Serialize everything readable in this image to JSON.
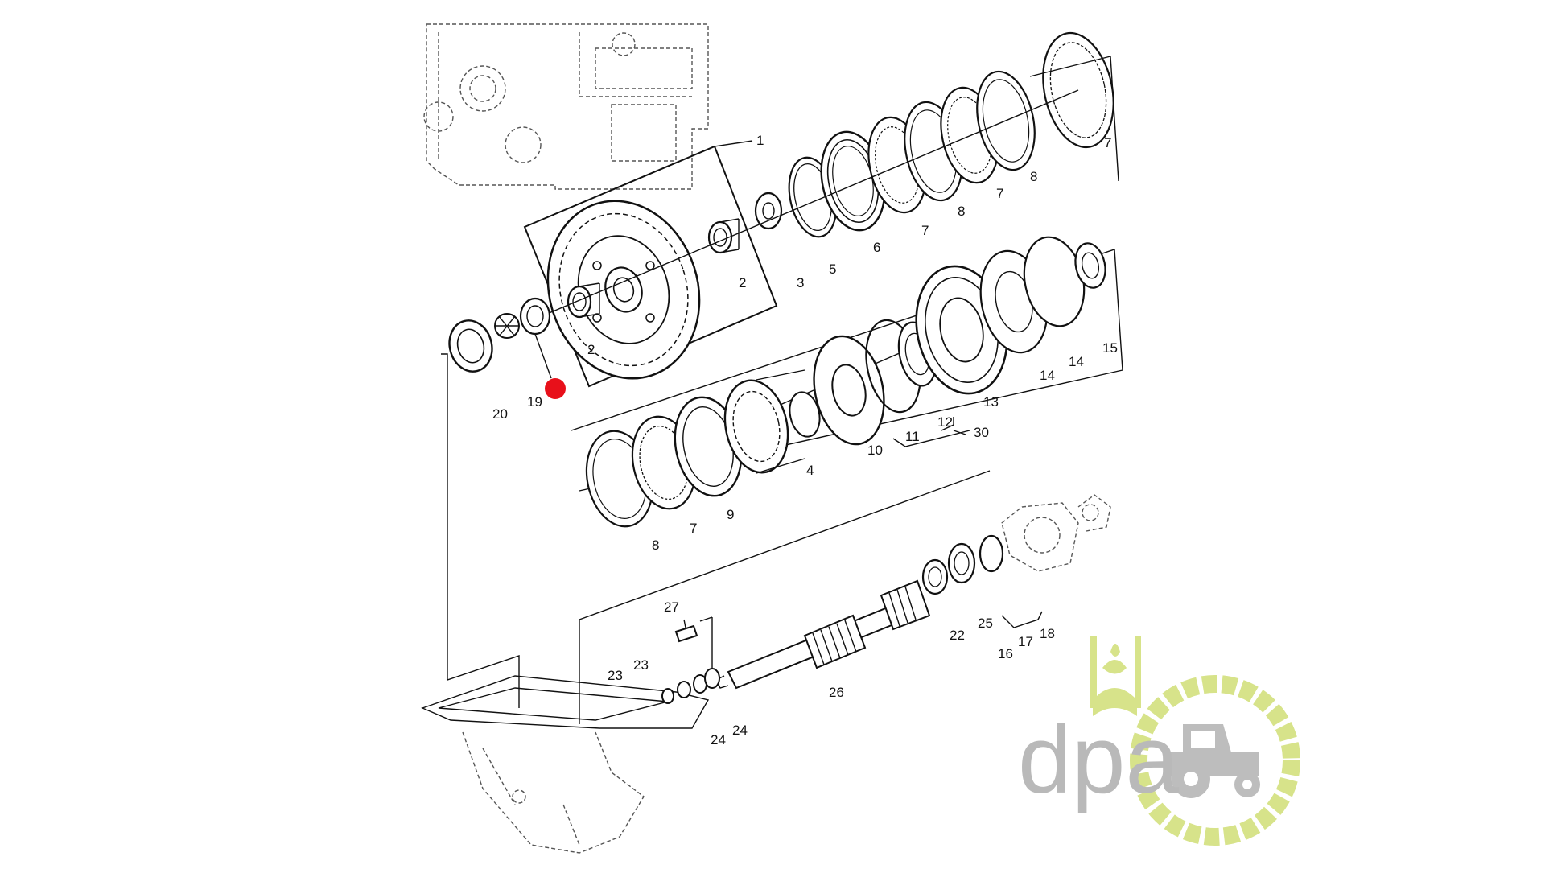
{
  "diagram": {
    "part_labels": {
      "p1": "1",
      "p2a": "2",
      "p2b": "2",
      "p3": "3",
      "p4": "4",
      "p5": "5",
      "p6": "6",
      "p7a": "7",
      "p7b": "7",
      "p7c": "7",
      "p7d": "7",
      "p8a": "8",
      "p8b": "8",
      "p8c": "8",
      "p9": "9",
      "p10": "10",
      "p11": "11",
      "p12": "12",
      "p13": "13",
      "p14a": "14",
      "p14b": "14",
      "p15": "15",
      "p16": "16",
      "p17": "17",
      "p18": "18",
      "p19": "19",
      "p20": "20",
      "p22": "22",
      "p23a": "23",
      "p23b": "23",
      "p24a": "24",
      "p24b": "24",
      "p25": "25",
      "p26": "26",
      "p27": "27",
      "p30": "30"
    },
    "highlight_color": "#e8101a"
  },
  "logo": {
    "text": "dpa",
    "text_color": "#b9b9b9",
    "accent_color": "#d7e38a"
  }
}
